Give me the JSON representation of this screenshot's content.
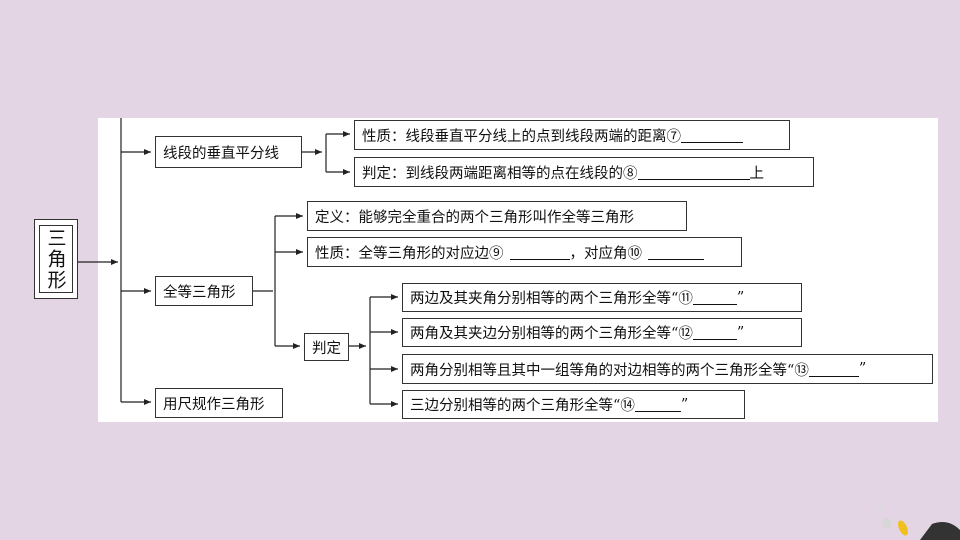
{
  "root": {
    "label": "三角形"
  },
  "branches": {
    "bisector": {
      "label": "线段的垂直平分线",
      "property": {
        "text": "性质：线段垂直平分线上的点到线段两端的距离⑦"
      },
      "judgment": {
        "text": "判定：到线段两端距离相等的点在线段的⑧",
        "suffix": "上"
      }
    },
    "congruent": {
      "label": "全等三角形",
      "definition": {
        "text": "定义：能够完全重合的两个三角形叫作全等三角形"
      },
      "property": {
        "text_a": "性质：全等三角形的对应边⑨",
        "text_b": "，对应角⑩"
      },
      "judgment": {
        "label": "判定",
        "items": [
          {
            "text": "两边及其夹角分别相等的两个三角形全等“⑪",
            "close": "”"
          },
          {
            "text": "两角及其夹边分别相等的两个三角形全等“⑫",
            "close": "”"
          },
          {
            "text": "两角分别相等且其中一组等角的对边相等的两个三角形全等“⑬",
            "close": "”"
          },
          {
            "text": "三边分别相等的两个三角形全等“⑭",
            "close": "”"
          }
        ]
      }
    },
    "construction": {
      "label": "用尺规作三角形"
    }
  }
}
